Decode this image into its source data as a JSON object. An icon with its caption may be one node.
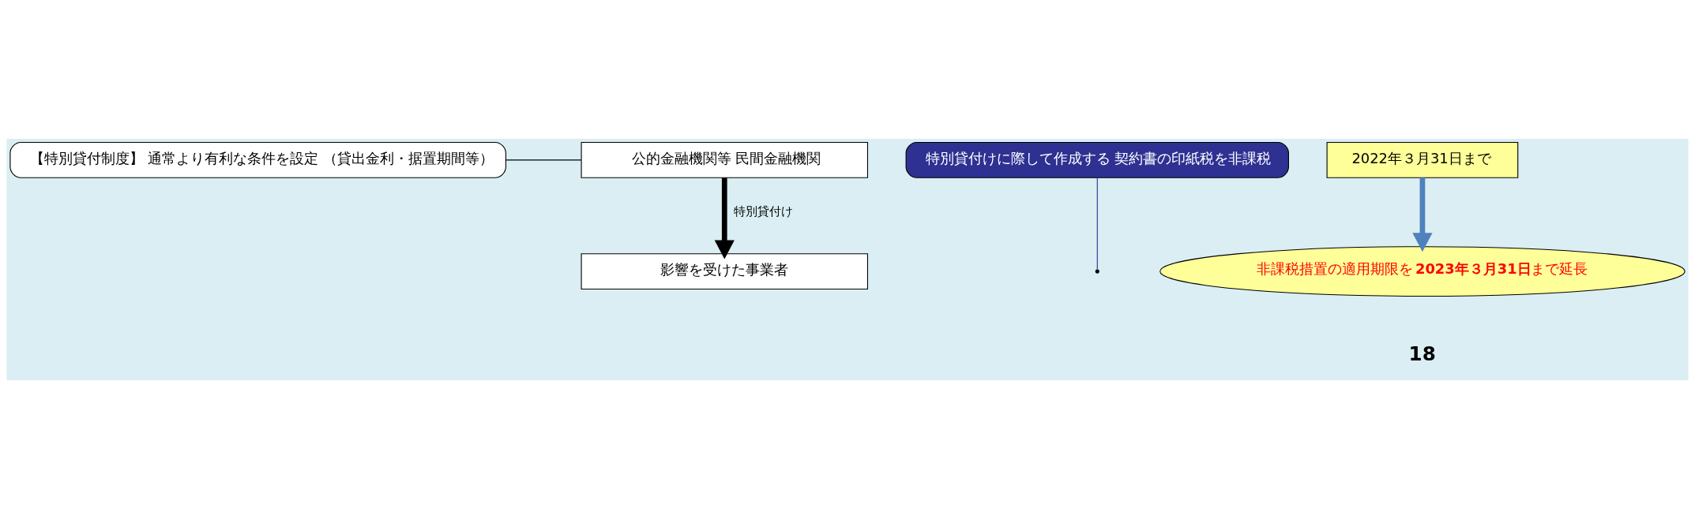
{
  "diagram": {
    "nodes": [
      {
        "text": [
          "公的金融機関等 民間金融機関"
        ]
      },
      {
        "text": [
          "影響を受けた事業者"
        ]
      },
      {
        "text": [
          "【特別貸付制度】 通常より有利な条件を設定 （貸出金利・据置期間等）"
        ]
      },
      {
        "text": [
          "特別貸付けに際して作成する 契約書の印紙税を非課税"
        ]
      },
      {
        "text": [
          "2022年３月31日まで"
        ]
      },
      {
        "text": [
          "非課税措置の適用期限を **2023年３月31日**まで延長"
        ]
      }
    ],
    "edges": [
      {
        "from": 0,
        "to": 1,
        "arrow": "to",
        "label": "特別貸付け",
        "style": "thick"
      },
      {
        "from": 2,
        "to": 0,
        "arrow": "none"
      },
      {
        "from": 3,
        "to": null,
        "arrow": "none",
        "color": "#2e3192"
      },
      {
        "from": 4,
        "to": 5,
        "arrow": "to",
        "style": "thick",
        "color": "#4f81bd"
      }
    ],
    "labels": [
      "18"
    ]
  }
}
